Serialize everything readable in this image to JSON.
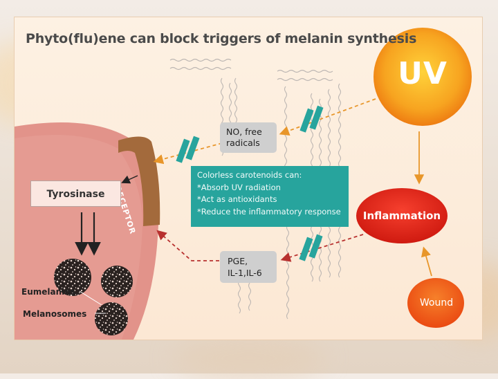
{
  "title": "Phyto(flu)ene can block triggers of melanin synthesis",
  "labels": {
    "uv": "UV",
    "inflammation": "Inflammation",
    "wound": "Wound",
    "receptor": "RECEPTOR",
    "tyrosinase": "Tyrosinase",
    "eumelanins": "Eumelanins",
    "melanosomes": "Melanosomes",
    "no_line1": "NO, free",
    "no_line2": "radicals",
    "pge_line1": "PGE,",
    "pge_line2": "IL-1,IL-6"
  },
  "carotenoids": {
    "heading": "Colorless carotenoids can:",
    "items": [
      "*Absorb UV radiation",
      "*Act as antioxidants",
      "*Reduce the inflammatory response"
    ]
  },
  "colors": {
    "orange_arrow": "#e8962a",
    "red_arrow": "#b8312f",
    "teal": "#27a49d",
    "cell": "#e2938a",
    "receptor": "#a36a3c",
    "sun": "#f59a1c",
    "inflammation": "#e02418"
  }
}
